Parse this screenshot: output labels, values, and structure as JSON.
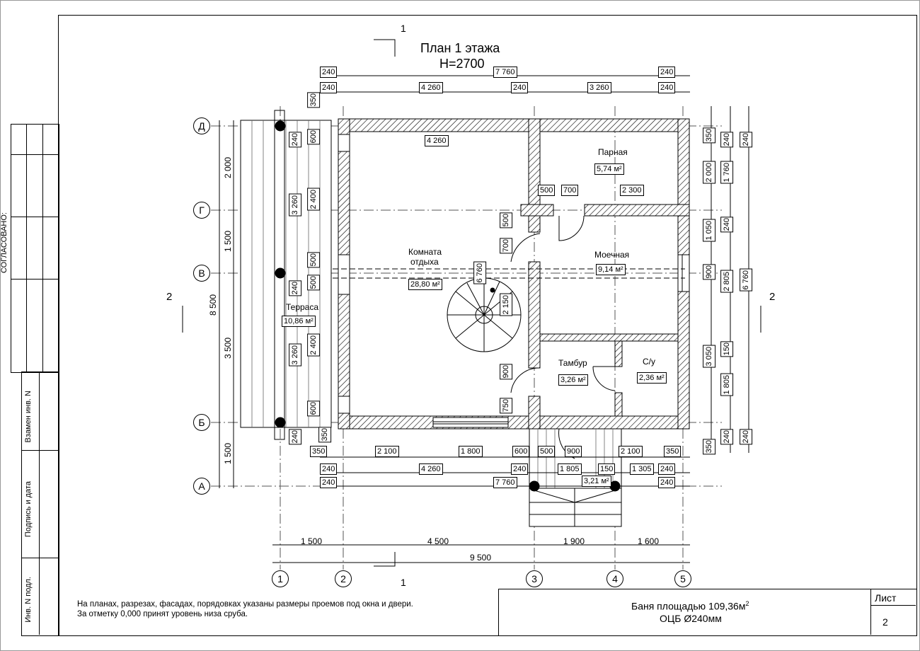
{
  "title": {
    "line1": "План 1 этажа",
    "line2": "Н=2700"
  },
  "axes_letters": [
    "Д",
    "Г",
    "В",
    "Б",
    "А"
  ],
  "axes_numbers": [
    "1",
    "2",
    "3",
    "4",
    "5"
  ],
  "section_marks": {
    "top": "1",
    "bottom": "1",
    "left": "2",
    "right": "2"
  },
  "rooms": [
    {
      "name": "Парная",
      "area": "5,74 м²"
    },
    {
      "name": "Комната\nотдыха",
      "name1": "Комната",
      "name2": "отдыха",
      "area": "28,80 м²"
    },
    {
      "name": "Моечная",
      "area": "9,14 м²"
    },
    {
      "name": "Терраса",
      "area": "10,86 м²"
    },
    {
      "name": "Тамбур",
      "area": "3,26 м²"
    },
    {
      "name": "С/у",
      "area": "2,36 м²"
    },
    {
      "name": "",
      "area": "3,21 м²"
    }
  ],
  "dims_top_row1": [
    "240",
    "7 760",
    "240"
  ],
  "dims_top_row2": [
    "240",
    "4 260",
    "240",
    "3 260",
    "240"
  ],
  "dims_inner": {
    "living_width": "4 260",
    "steam_500": "500",
    "steam_700": "700",
    "steam_2300": "2 300",
    "v500": "500",
    "v700": "700",
    "v6760": "6 760",
    "v2150": "2 150",
    "v900": "900",
    "v750": "750"
  },
  "dims_bottom_row1": [
    "350",
    "2 100",
    "1 800",
    "600",
    "500",
    "900",
    "2 100",
    "350"
  ],
  "dims_bottom_row2": [
    "240",
    "4 260",
    "240",
    "1 805",
    "150",
    "1 305",
    "240"
  ],
  "dims_bottom_row3": [
    "240",
    "7 760",
    "240"
  ],
  "dims_axes_bottom": [
    "1 500",
    "4 500",
    "1 900",
    "1 600"
  ],
  "dims_axes_total": "9 500",
  "dims_left": [
    "2 000",
    "1 500",
    "3 500",
    "1 500"
  ],
  "dims_left_total": "8 500",
  "dims_terrace": [
    "350",
    "240",
    "600",
    "3 260",
    "2 400",
    "500",
    "500",
    "240",
    "3 260",
    "2 400",
    "600",
    "240",
    "350"
  ],
  "dims_right_col1": [
    "350",
    "2 000",
    "1 050",
    "900",
    "3 050",
    "350"
  ],
  "dims_right_col2": [
    "240",
    "1 760",
    "240",
    "2 805",
    "150",
    "1 805",
    "240"
  ],
  "dims_right_col3": [
    "240",
    "6 760",
    "240"
  ],
  "sidebar": {
    "approved": "СОГЛАСОВАНО:",
    "replace": "Взамен инв. N",
    "sign": "Подпись и дата",
    "inv": "Инв. N подл."
  },
  "notes": [
    "На планах, разрезах, фасадах, порядовках указаны размеры проемов под окна и двери.",
    "За отметку 0,000 принят уровень низа сруба."
  ],
  "stamp": {
    "title": "Баня площадью  109,36м",
    "title_sup": "2",
    "subtitle": "ОЦБ Ø240мм",
    "sheet_label": "Лист",
    "sheet_no": "2"
  }
}
